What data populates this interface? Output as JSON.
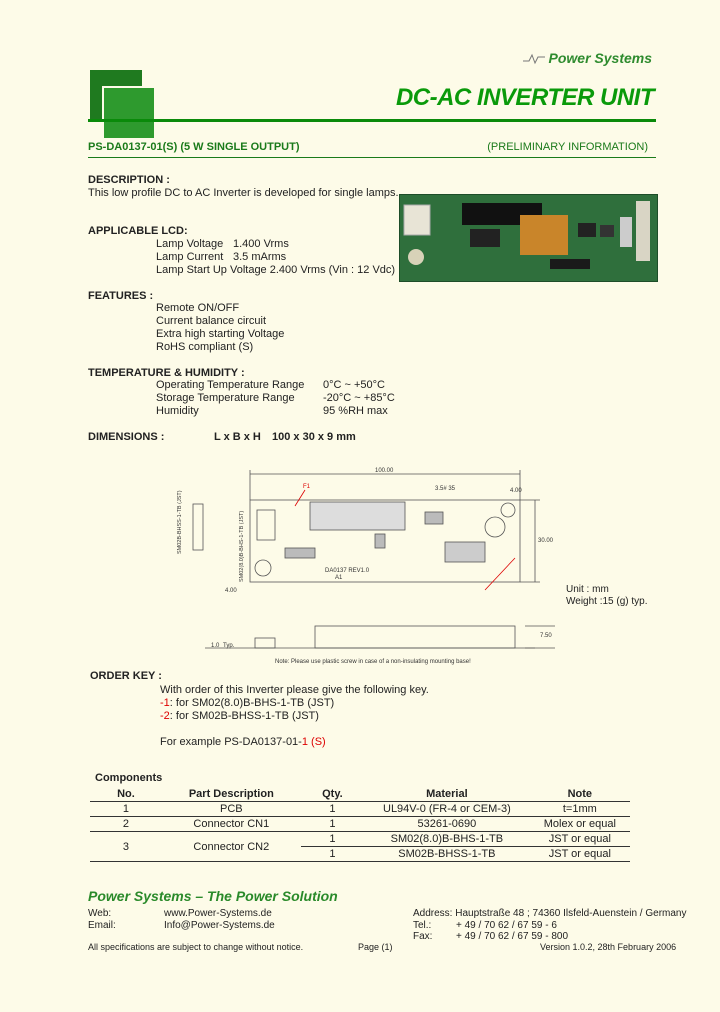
{
  "brand": {
    "logo_text": "Power Systems",
    "accent_color": "#0a9a0a"
  },
  "header": {
    "title": "DC-AC INVERTER UNIT",
    "model": "PS-DA0137-01(S)",
    "model_desc": "(5 W SINGLE OUTPUT)",
    "preliminary": "(PRELIMINARY INFORMATION)"
  },
  "description": {
    "heading": "DESCRIPTION :",
    "text": "This low profile DC to AC Inverter is developed for single lamps."
  },
  "lcd": {
    "heading": "APPLICABLE LCD:",
    "rows": [
      {
        "label": "Lamp Voltage",
        "value": "1.400 Vrms"
      },
      {
        "label": "Lamp Current",
        "value": "3.5 mArms"
      },
      {
        "label": "Lamp Start Up Voltage 2.400 Vrms (Vin : 12 Vdc)",
        "value": ""
      }
    ]
  },
  "features": {
    "heading": "FEATURES :",
    "items": [
      "Remote ON/OFF",
      "Current balance circuit",
      "Extra high starting Voltage",
      "RoHS compliant (S)"
    ]
  },
  "temperature": {
    "heading": "TEMPERATURE & HUMIDITY :",
    "rows": [
      {
        "label": "Operating Temperature Range",
        "value": "0°C ~ +50°C"
      },
      {
        "label": "Storage Temperature Range",
        "value": "-20°C ~ +85°C"
      },
      {
        "label": "Humidity",
        "value": "95 %RH max"
      }
    ]
  },
  "dimensions": {
    "heading": "DIMENSIONS :",
    "label": "L x B x H",
    "value": "100 x 30 x 9 mm"
  },
  "drawing": {
    "length": "100.00",
    "width": "30.00",
    "hole_offset": "4.00",
    "hole_offset2": "4.00",
    "pitch": "3.5# 35",
    "height_left": "1.0",
    "height_right": "7.50",
    "unit": "Unit : mm",
    "weight": "Weight :15 (g) typ.",
    "note": "Note: Please use plastic screw in case of a non-insulating mounting base!",
    "connector_label_1": "SM02(8.0)B-BHS-1-TB (JST)",
    "connector_label_2": "SM02B-BHSS-1-TB (JST)",
    "board_label": "DA0137 REV1.0",
    "board_label_2": "A1",
    "f1": "F1",
    "typ": "Typ."
  },
  "order_key": {
    "heading": "ORDER KEY :",
    "intro": "With order of this Inverter please give the following key.",
    "opt1_code": "-1",
    "opt1_text": ": for SM02(8.0)B-BHS-1-TB (JST)",
    "opt2_code": "-2",
    "opt2_text": ": for SM02B-BHSS-1-TB (JST)",
    "example_prefix": "For example PS-DA0137-01-",
    "example_code": "1",
    "example_suffix": "(S)"
  },
  "components": {
    "heading": "Components",
    "headers": [
      "No.",
      "Part Description",
      "Qty.",
      "Material",
      "Note"
    ],
    "rows": [
      [
        "1",
        "PCB",
        "1",
        "UL94V-0 (FR-4 or CEM-3)",
        "t=1mm"
      ],
      [
        "2",
        "Connector CN1",
        "1",
        "53261-0690",
        "Molex or equal"
      ],
      [
        "3",
        "Connector CN2",
        "1",
        "SM02(8.0)B-BHS-1-TB",
        "JST or equal"
      ],
      [
        "",
        "",
        "1",
        "SM02B-BHSS-1-TB",
        "JST or equal"
      ]
    ]
  },
  "footer": {
    "title": "Power Systems – The Power Solution",
    "web_label": "Web:",
    "web": "www.Power-Systems.de",
    "email_label": "Email:",
    "email": "Info@Power-Systems.de",
    "address": "Address: Hauptstraße 48 ; 74360 Ilsfeld-Auenstein / Germany",
    "tel_label": "Tel.:",
    "tel": "+ 49 / 70 62 / 67 59 - 6",
    "fax_label": "Fax:",
    "fax": "+ 49 / 70 62 / 67 59 - 800",
    "disclaimer": "All specifications are subject to change without notice.",
    "page": "Page (1)",
    "version": "Version 1.0.2, 28th February 2006"
  }
}
